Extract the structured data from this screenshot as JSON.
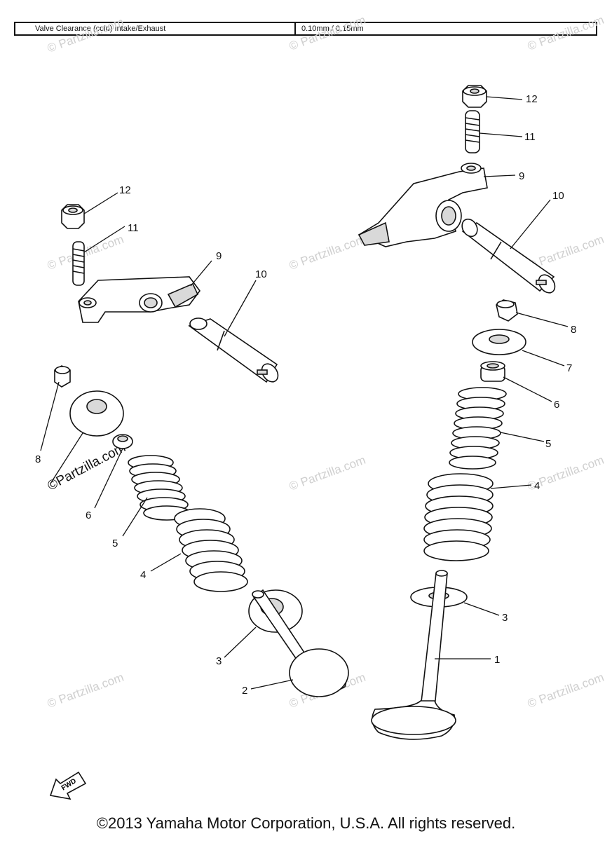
{
  "spec_table": {
    "label": "Valve Clearance (cold) Intake/Exhaust",
    "value": "0.10mm / 0.15mm"
  },
  "callouts": {
    "c1": "1",
    "c2": "2",
    "c3_left": "3",
    "c3_right": "3",
    "c4_left": "4",
    "c4_right": "4",
    "c5_left": "5",
    "c5_right": "5",
    "c6_left": "6",
    "c6_right": "6",
    "c7": "7",
    "c8_left": "8",
    "c8_right": "8",
    "c9_left": "9",
    "c9_right": "9",
    "c10_left": "10",
    "c10_right": "10",
    "c11_left": "11",
    "c11_right": "11",
    "c12_left": "12",
    "c12_right": "12"
  },
  "watermark": "© Partzilla.com",
  "watermark_overlay": "©Partzilla.com",
  "fwd_label": "FWD",
  "copyright": "©2013 Yamaha Motor Corporation, U.S.A. All rights reserved."
}
